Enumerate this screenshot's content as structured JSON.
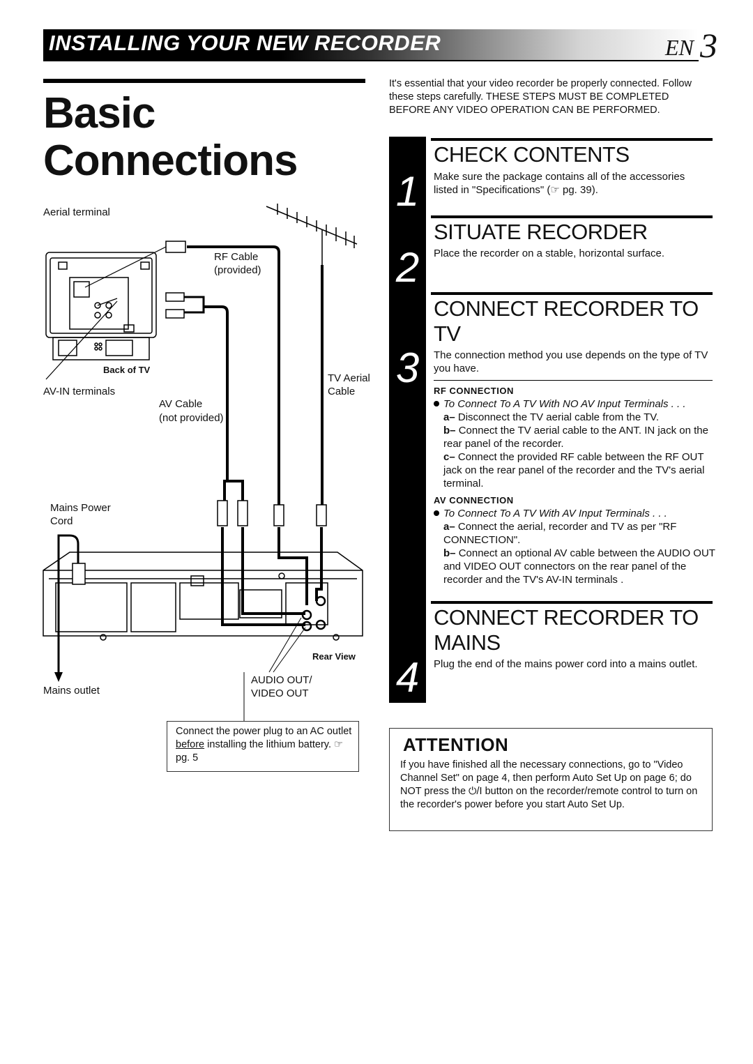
{
  "header": {
    "section_title": "INSTALLING YOUR NEW RECORDER",
    "lang": "EN",
    "page_number": "3"
  },
  "title": {
    "line1": "Basic",
    "line2": "Connections"
  },
  "intro": "It's essential that your video recorder be properly connected. Follow these steps carefully. THESE STEPS MUST BE COMPLETED BEFORE ANY VIDEO OPERATION CAN BE PERFORMED.",
  "diagram": {
    "aerial_terminal": "Aerial terminal",
    "rf_cable": "RF Cable",
    "rf_cable_note": "(provided)",
    "back_of_tv": "Back of TV",
    "av_in_terminals": "AV-IN terminals",
    "tv_aerial_1": "TV Aerial",
    "tv_aerial_2": "Cable",
    "av_cable": "AV Cable",
    "av_cable_note": "(not provided)",
    "mains_power_1": "Mains Power",
    "mains_power_2": "Cord",
    "rear_view": "Rear View",
    "audio_out": "AUDIO OUT/",
    "video_out": "VIDEO OUT",
    "mains_outlet": "Mains outlet",
    "note_pre": "Connect the power plug to an AC outlet ",
    "note_underlined": "before",
    "note_post": " installing the lithium battery. ☞ pg. 5"
  },
  "steps": [
    {
      "num": "1",
      "heading": "CHECK CONTENTS",
      "text": "Make sure the package contains all of the accessories listed in \"Specifications\" (☞ pg. 39)."
    },
    {
      "num": "2",
      "heading": "SITUATE RECORDER",
      "text": "Place the recorder on a stable, horizontal surface."
    },
    {
      "num": "3",
      "heading_line1": "CONNECT RECORDER TO",
      "heading_line2": "TV",
      "text": "The connection method you use depends on the type of TV you have."
    },
    {
      "num": "4",
      "heading_line1": "CONNECT RECORDER TO",
      "heading_line2": "MAINS",
      "text": "Plug the end of the mains power cord into a mains outlet."
    }
  ],
  "rf_connection": {
    "heading": "RF CONNECTION",
    "bullet": "To Connect To A TV With NO AV Input Terminals . . .",
    "items": [
      {
        "label": "a–",
        "text": "Disconnect the TV aerial cable from the TV."
      },
      {
        "label": "b–",
        "text": "Connect the TV aerial cable to the ANT. IN jack on the rear panel of the recorder."
      },
      {
        "label": "c–",
        "text": "Connect the provided RF cable between the RF OUT jack on the rear panel of the recorder and the TV's aerial terminal."
      }
    ]
  },
  "av_connection": {
    "heading": "AV CONNECTION",
    "bullet": "To Connect To A TV With AV Input Terminals . . .",
    "items": [
      {
        "label": "a–",
        "text": "Connect the aerial, recorder and TV as per \"RF CONNECTION\"."
      },
      {
        "label": "b–",
        "text": "Connect an optional AV cable between the AUDIO OUT and VIDEO OUT connectors on the rear panel of the recorder and the TV's AV-IN terminals ."
      }
    ]
  },
  "attention": {
    "heading": "ATTENTION",
    "text_pre": "If you have finished all the necessary connections, go to \"Video Channel Set\" on page 4, then perform Auto Set Up on page 6; do NOT press the ",
    "power_symbol": "⏻/I",
    "text_post": " button on the recorder/remote control to turn on the recorder's power before you start Auto Set Up."
  }
}
